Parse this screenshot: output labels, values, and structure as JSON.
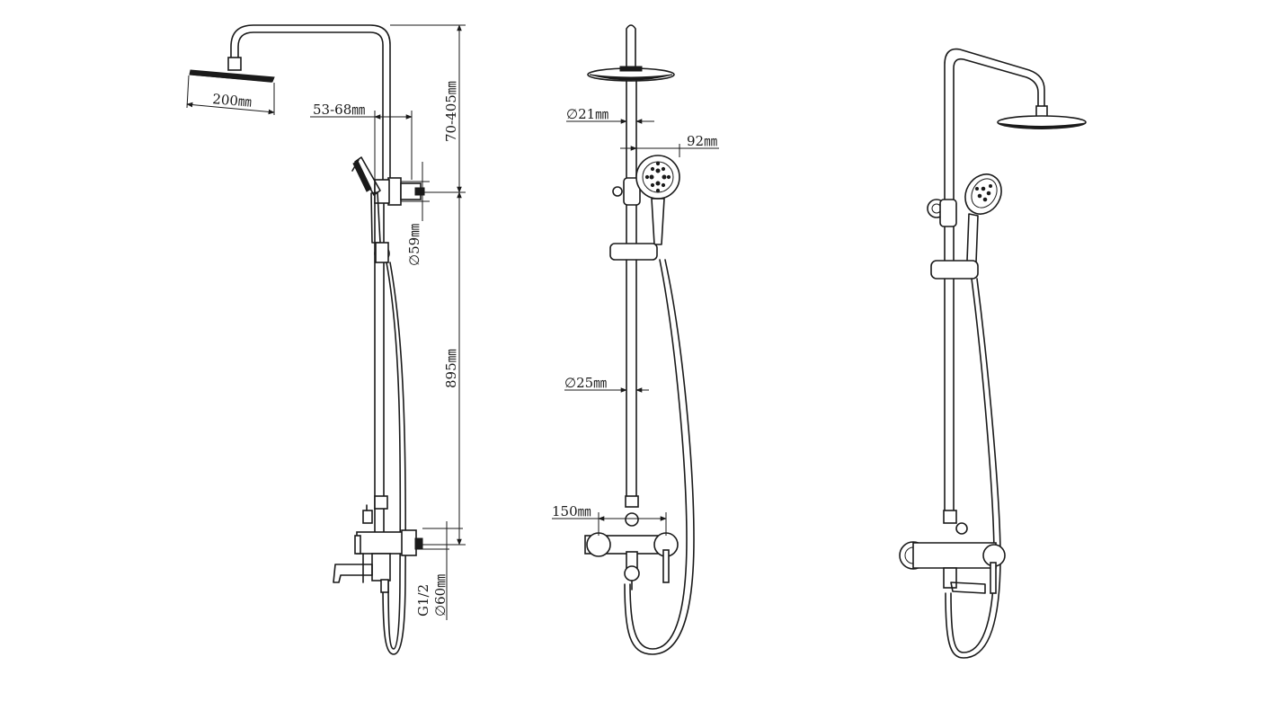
{
  "colors": {
    "line": "#1a1a1a",
    "background": "#ffffff"
  },
  "side_view": {
    "head_diameter": "200㎜",
    "wall_offset": "53-68㎜",
    "height_adjust": "70-405㎜",
    "bracket_diameter": "∅59㎜",
    "rail_length": "895㎜",
    "inlet_thread": "G1/2",
    "flange_diameter": "∅60㎜"
  },
  "front_view": {
    "top_pipe_diameter": "∅21㎜",
    "hand_shower_diameter": "92㎜",
    "rail_diameter": "∅25㎜",
    "mixer_centers": "150㎜"
  }
}
